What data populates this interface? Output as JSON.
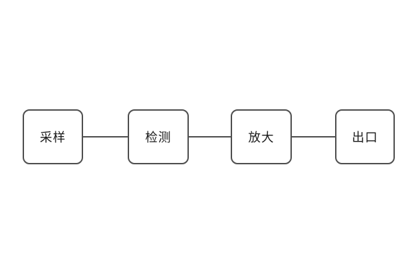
{
  "diagram": {
    "type": "flowchart",
    "orientation": "horizontal",
    "background_color": "#ffffff",
    "node_border_color": "#4f4f4f",
    "node_fill_color": "#ffffff",
    "connector_color": "#4f4f4f",
    "text_color": "#1a1a1a",
    "nodes": [
      {
        "id": "sampling",
        "label": "采样"
      },
      {
        "id": "detection",
        "label": "检测"
      },
      {
        "id": "amplification",
        "label": "放大"
      },
      {
        "id": "outlet",
        "label": "出口"
      }
    ],
    "connections": [
      {
        "from": "sampling",
        "to": "detection"
      },
      {
        "from": "detection",
        "to": "amplification"
      },
      {
        "from": "amplification",
        "to": "outlet"
      }
    ]
  }
}
